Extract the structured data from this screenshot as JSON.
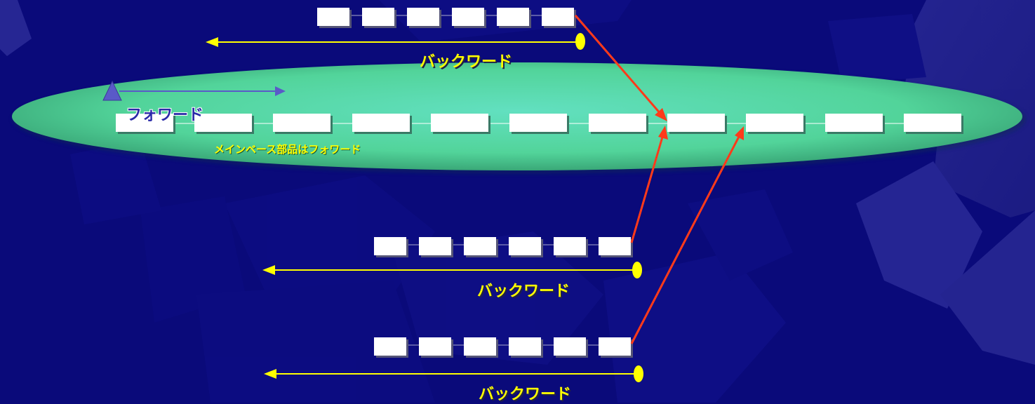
{
  "labels": {
    "backward": "バックワード",
    "forward": "フォワード",
    "main_note": "メインベース部品はフォワード"
  },
  "colors": {
    "background": "#0a0a7a",
    "gear": "#34349a",
    "ellipse": "#5ad8a8",
    "backward_arrow": "#ffff00",
    "forward_arrow": "#5a5ac8",
    "link_arrow": "#ff3a1a",
    "block": "#ffffff"
  },
  "diagram": {
    "main_chain_blocks": 11,
    "backward_chains": [
      {
        "blocks": 6,
        "label": "バックワード"
      },
      {
        "blocks": 6,
        "label": "バックワード"
      },
      {
        "blocks": 6,
        "label": "バックワード"
      }
    ]
  }
}
